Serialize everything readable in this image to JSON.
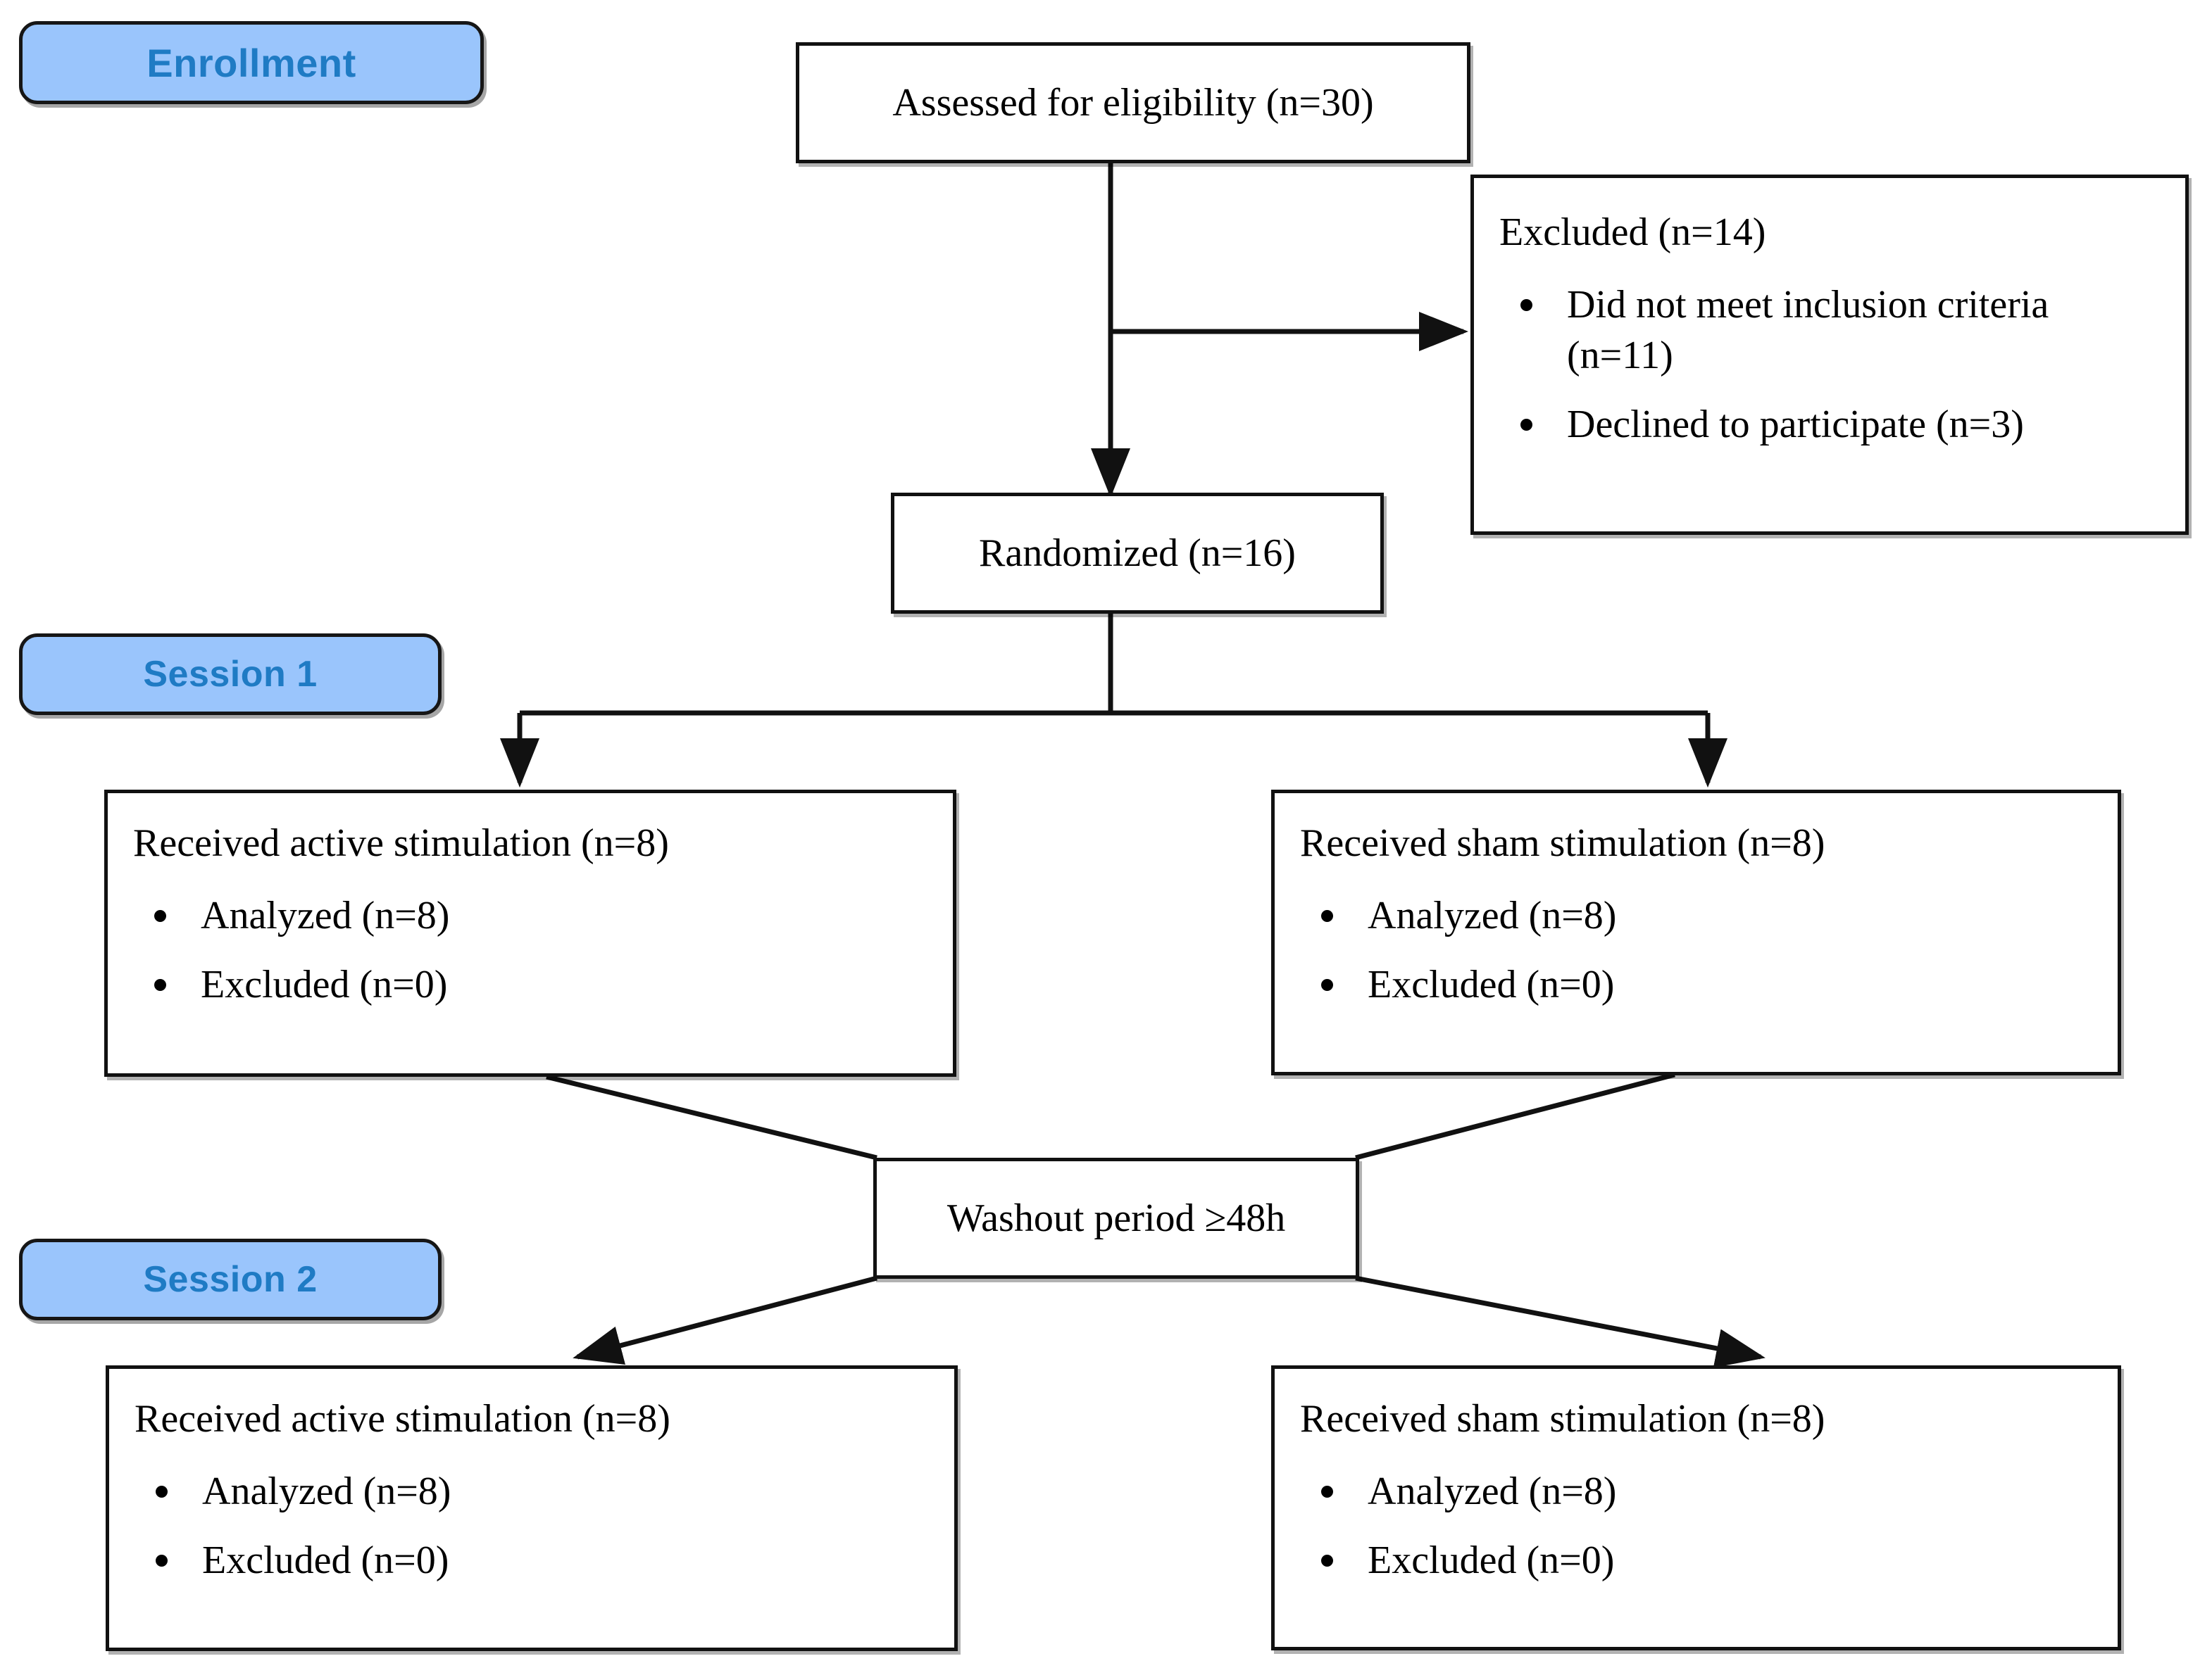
{
  "diagram": {
    "title": "CONSORT participant flow diagram",
    "accent_blue_fill": "#9AC5FC",
    "accent_blue_text": "#1F7BC4",
    "line_color": "#111111",
    "box_fill": "#FFFFFF"
  },
  "stages": [
    {
      "id": "enrollment",
      "label": "Enrollment"
    },
    {
      "id": "session1",
      "label": "Session 1"
    },
    {
      "id": "session2",
      "label": "Session 2"
    }
  ],
  "nodes": {
    "assessed": {
      "label": "Assessed for eligibility (n=30)"
    },
    "excluded": {
      "heading": "Excluded (n=14)",
      "bullets": [
        "Did not meet inclusion criteria (n=11)",
        "Declined to participate (n=3)"
      ]
    },
    "randomized": {
      "label": "Randomized (n=16)"
    },
    "s1_active": {
      "heading": "Received active stimulation (n=8)",
      "bullets": [
        "Analyzed (n=8)",
        "Excluded (n=0)"
      ]
    },
    "s1_sham": {
      "heading": "Received sham stimulation (n=8)",
      "bullets": [
        "Analyzed (n=8)",
        "Excluded (n=0)"
      ]
    },
    "washout": {
      "label": "Washout period ≥48h"
    },
    "s2_active": {
      "heading": "Received active stimulation (n=8)",
      "bullets": [
        "Analyzed (n=8)",
        "Excluded (n=0)"
      ]
    },
    "s2_sham": {
      "heading": "Received sham stimulation (n=8)",
      "bullets": [
        "Analyzed (n=8)",
        "Excluded (n=0)"
      ]
    }
  },
  "chart_data": {
    "type": "diagram",
    "title": "CONSORT flow diagram of a randomized crossover trial",
    "counts": {
      "assessed_for_eligibility": 30,
      "excluded_total": 14,
      "excluded_did_not_meet_inclusion_criteria": 11,
      "excluded_declined_to_participate": 3,
      "randomized": 16,
      "session1_active_received": 8,
      "session1_active_analyzed": 8,
      "session1_active_excluded": 0,
      "session1_sham_received": 8,
      "session1_sham_analyzed": 8,
      "session1_sham_excluded": 0,
      "session2_active_received": 8,
      "session2_active_analyzed": 8,
      "session2_active_excluded": 0,
      "session2_sham_received": 8,
      "session2_sham_analyzed": 8,
      "session2_sham_excluded": 0,
      "washout_period_hours_minimum": 48
    },
    "edges": [
      {
        "from": "assessed",
        "to": "randomized",
        "type": "arrow"
      },
      {
        "from": "assessed",
        "to": "excluded",
        "type": "arrow"
      },
      {
        "from": "randomized",
        "to": "s1_active",
        "type": "arrow"
      },
      {
        "from": "randomized",
        "to": "s1_sham",
        "type": "arrow"
      },
      {
        "from": "s1_active",
        "to": "washout",
        "type": "line"
      },
      {
        "from": "s1_sham",
        "to": "washout",
        "type": "line"
      },
      {
        "from": "washout",
        "to": "s2_sham",
        "type": "arrow"
      },
      {
        "from": "washout",
        "to": "s2_active",
        "type": "arrow"
      }
    ]
  }
}
